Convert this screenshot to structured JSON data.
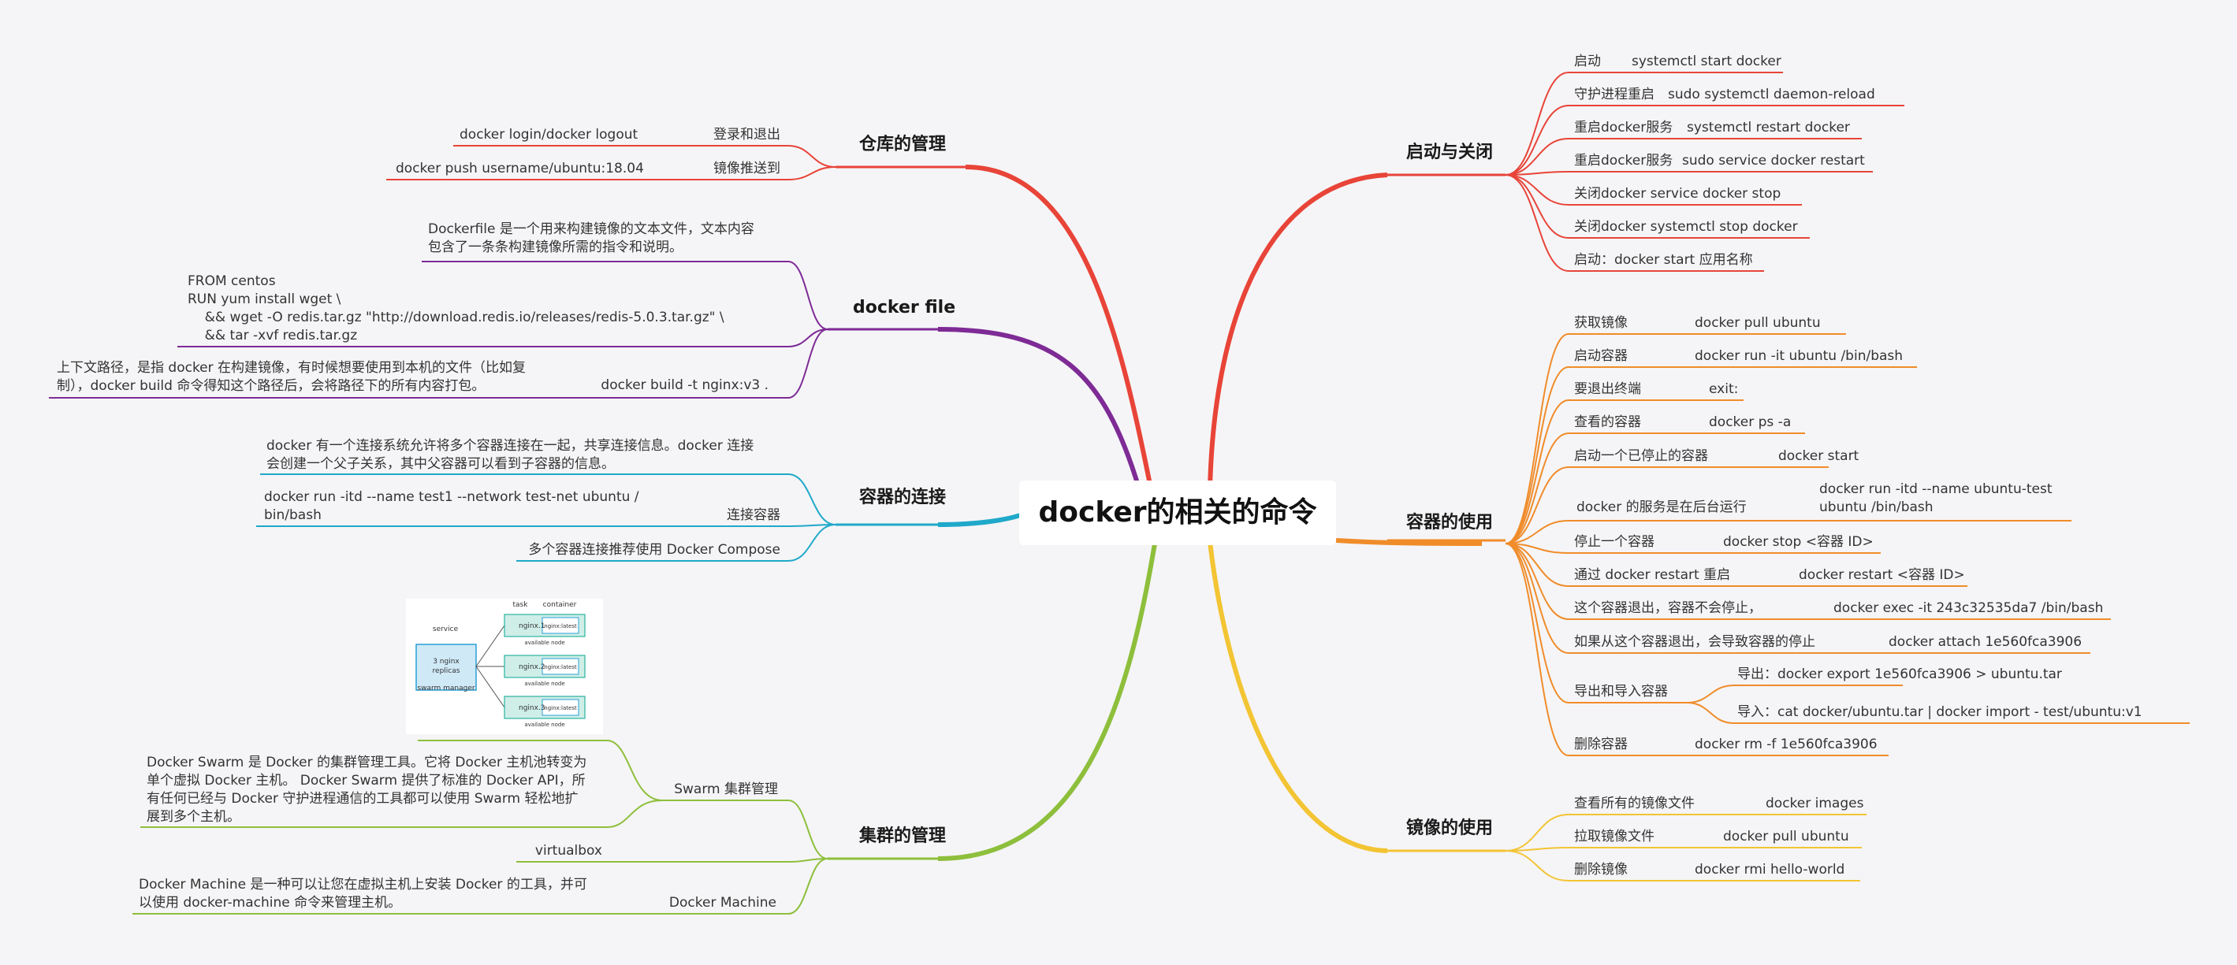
{
  "root": "docker的相关的命令",
  "colors": {
    "start": "#e84438",
    "container": "#f08c2a",
    "image": "#f3c433",
    "cluster": "#8ebf3c",
    "link": "#1fa8c9",
    "dockerfile": "#7e2b96",
    "repo": "#e84438"
  },
  "branches": {
    "start": {
      "title": "启动与关闭",
      "items": [
        {
          "label": "启动",
          "cmd": "systemctl start docker"
        },
        {
          "label": "守护进程重启",
          "cmd": "sudo systemctl daemon-reload"
        },
        {
          "label": "重启docker服务",
          "cmd": "systemctl restart  docker"
        },
        {
          "label": "重启docker服务",
          "cmd": "sudo service docker restart"
        },
        {
          "label": "关闭docker service docker stop",
          "cmd": ""
        },
        {
          "label": "关闭docker systemctl stop docker",
          "cmd": ""
        },
        {
          "label": "启动：docker start 应用名称",
          "cmd": ""
        }
      ]
    },
    "container": {
      "title": "容器的使用",
      "items": [
        {
          "label": "获取镜像",
          "cmd": "docker pull ubuntu"
        },
        {
          "label": "启动容器",
          "cmd": "docker run -it ubuntu /bin/bash"
        },
        {
          "label": "要退出终端",
          "cmd": "exit:"
        },
        {
          "label": "查看的容器",
          "cmd": "docker ps -a"
        },
        {
          "label": "启动一个已停止的容器",
          "cmd": "docker start"
        },
        {
          "label": "docker 的服务是在后台运行",
          "cmd": "docker run -itd --name ubuntu-test",
          "cmd2": "ubuntu /bin/bash"
        },
        {
          "label": "停止一个容器",
          "cmd": "docker stop <容器 ID>"
        },
        {
          "label": "通过 docker restart 重启",
          "cmd": "docker restart <容器 ID>"
        },
        {
          "label": "这个容器退出，容器不会停止，",
          "cmd": "docker exec -it 243c32535da7 /bin/bash"
        },
        {
          "label": "如果从这个容器退出，会导致容器的停止",
          "cmd": "docker attach 1e560fca3906"
        },
        {
          "label": "导出和导入容器",
          "sub": [
            "导出：docker export 1e560fca3906 > ubuntu.tar",
            "导入：cat docker/ubuntu.tar | docker import - test/ubuntu:v1"
          ]
        },
        {
          "label": "删除容器",
          "cmd": "docker rm -f 1e560fca3906"
        }
      ]
    },
    "image": {
      "title": "镜像的使用",
      "items": [
        {
          "label": "查看所有的镜像文件",
          "cmd": "docker images"
        },
        {
          "label": "拉取镜像文件",
          "cmd": "docker pull ubuntu"
        },
        {
          "label": "删除镜像",
          "cmd": "docker rmi hello-world"
        }
      ]
    },
    "repo": {
      "title": "仓库的管理",
      "items": [
        {
          "label": "登录和退出",
          "cmd": "docker login/docker logout"
        },
        {
          "label": "镜像推送到",
          "cmd": "docker push username/ubuntu:18.04"
        }
      ]
    },
    "dockerfile": {
      "title": "docker file",
      "desc": [
        "Dockerfile 是一个用来构建镜像的文本文件，文本内容",
        "包含了一条条构建镜像所需的指令和说明。"
      ],
      "code": [
        "FROM centos",
        "RUN yum install wget \\",
        "    && wget -O redis.tar.gz \"http://download.redis.io/releases/redis-5.0.3.tar.gz\" \\",
        "    && tar -xvf redis.tar.gz"
      ],
      "build_label": "docker build -t nginx:v3 .",
      "build_note": [
        "上下文路径，是指 docker 在构建镜像，有时候想要使用到本机的文件（比如复",
        "制），docker build 命令得知这个路径后，会将路径下的所有内容打包。"
      ]
    },
    "link": {
      "title": "容器的连接",
      "desc": [
        "docker 有一个连接系统允许将多个容器连接在一起，共享连接信息。docker 连接",
        "会创建一个父子关系，其中父容器可以看到子容器的信息。"
      ],
      "run_cmd": [
        "docker run -itd --name test1 --network test-net ubuntu /",
        "bin/bash"
      ],
      "run_label": "连接容器",
      "compose": "多个容器连接推荐使用 Docker Compose"
    },
    "cluster": {
      "title": "集群的管理",
      "swarm_label": "Swarm 集群管理",
      "swarm_desc": [
        "Docker Swarm 是 Docker 的集群管理工具。它将 Docker 主机池转变为",
        "单个虚拟 Docker 主机。 Docker Swarm 提供了标准的 Docker API，所",
        "有任何已经与 Docker 守护进程通信的工具都可以使用 Swarm 轻松地扩",
        "展到多个主机。"
      ],
      "virtualbox": "virtualbox",
      "machine_label": "Docker Machine",
      "machine_desc": [
        "Docker Machine 是一种可以让您在虚拟主机上安装 Docker 的工具，并可",
        "以使用 docker-machine 命令来管理主机。"
      ],
      "diagram": {
        "service": "service",
        "replicas": [
          "3 nginx",
          "replicas"
        ],
        "manager": "swarm manager",
        "task": "task",
        "container": "container",
        "tasks": [
          "nginx.1",
          "nginx.2",
          "nginx.3"
        ],
        "image": "nginx:latest",
        "node": "available node"
      }
    }
  }
}
